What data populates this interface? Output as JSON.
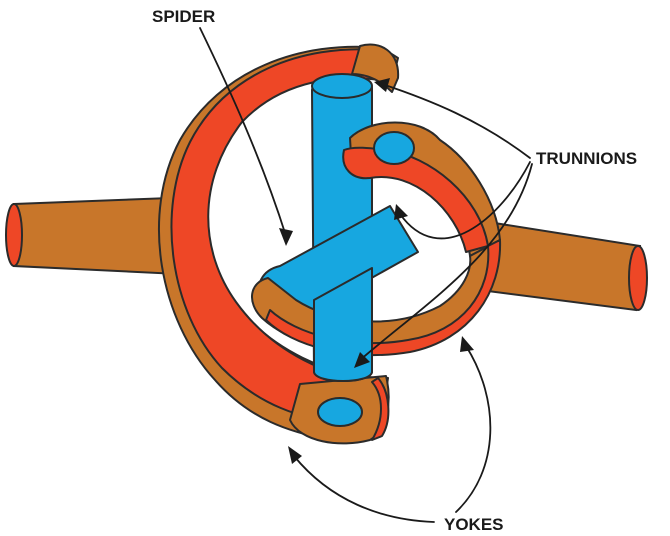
{
  "labels": {
    "spider": "SPIDER",
    "trunnions": "TRUNNIONS",
    "yokes": "YOKES"
  },
  "colors": {
    "yoke_body": "#c8762a",
    "yoke_edge": "#ee4726",
    "spider": "#17a7e0",
    "outline": "#2b2b2b",
    "text": "#1a1a1a"
  }
}
